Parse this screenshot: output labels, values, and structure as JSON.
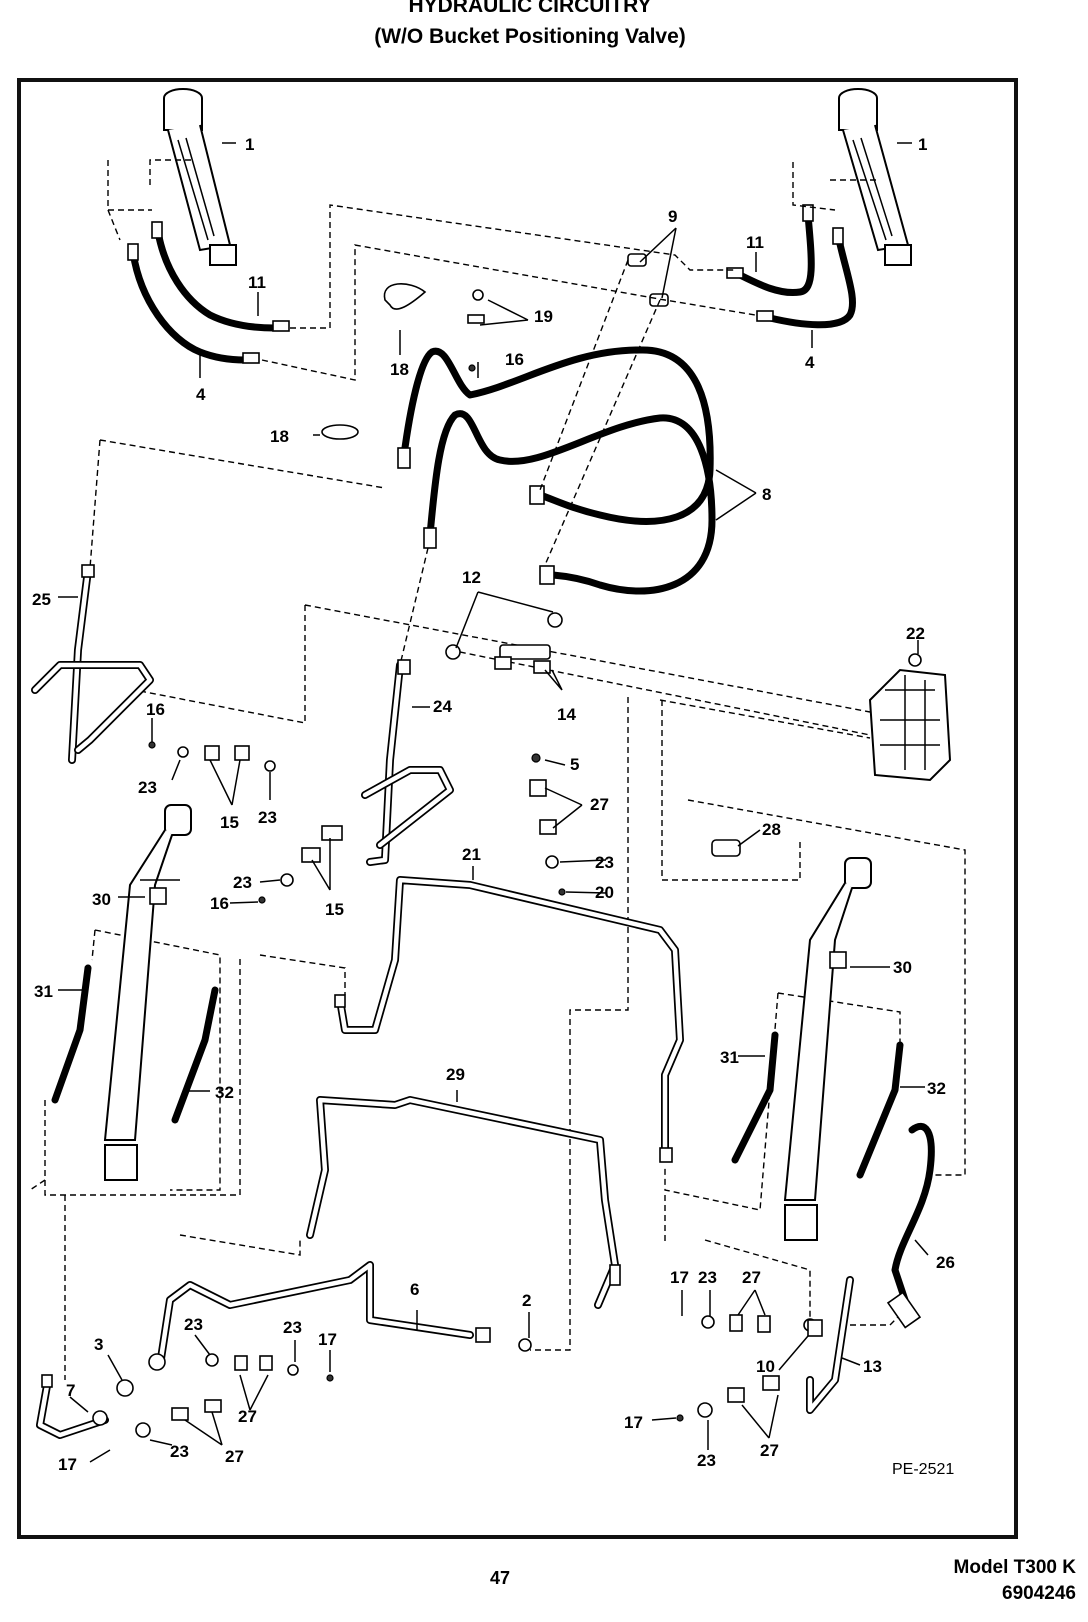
{
  "header": {
    "title": "HYDRAULIC CIRCUITRY",
    "subtitle": "(W/O Bucket Positioning Valve)"
  },
  "figure": {
    "reference": "PE-2521",
    "callouts": {
      "c1": "1",
      "c2": "2",
      "c3": "3",
      "c4": "4",
      "c5": "5",
      "c6": "6",
      "c7": "7",
      "c8": "8",
      "c9": "9",
      "c10": "10",
      "c11": "11",
      "c12": "12",
      "c13": "13",
      "c14": "14",
      "c15": "15",
      "c16": "16",
      "c17": "17",
      "c18": "18",
      "c19": "19",
      "c20": "20",
      "c21": "21",
      "c22": "22",
      "c23": "23",
      "c24": "24",
      "c25": "25",
      "c26": "26",
      "c27": "27",
      "c28": "28",
      "c29": "29",
      "c30": "30",
      "c31": "31",
      "c32": "32"
    }
  },
  "footer": {
    "page_number": "47",
    "model": "Model T300 K",
    "serial": "6904246"
  }
}
